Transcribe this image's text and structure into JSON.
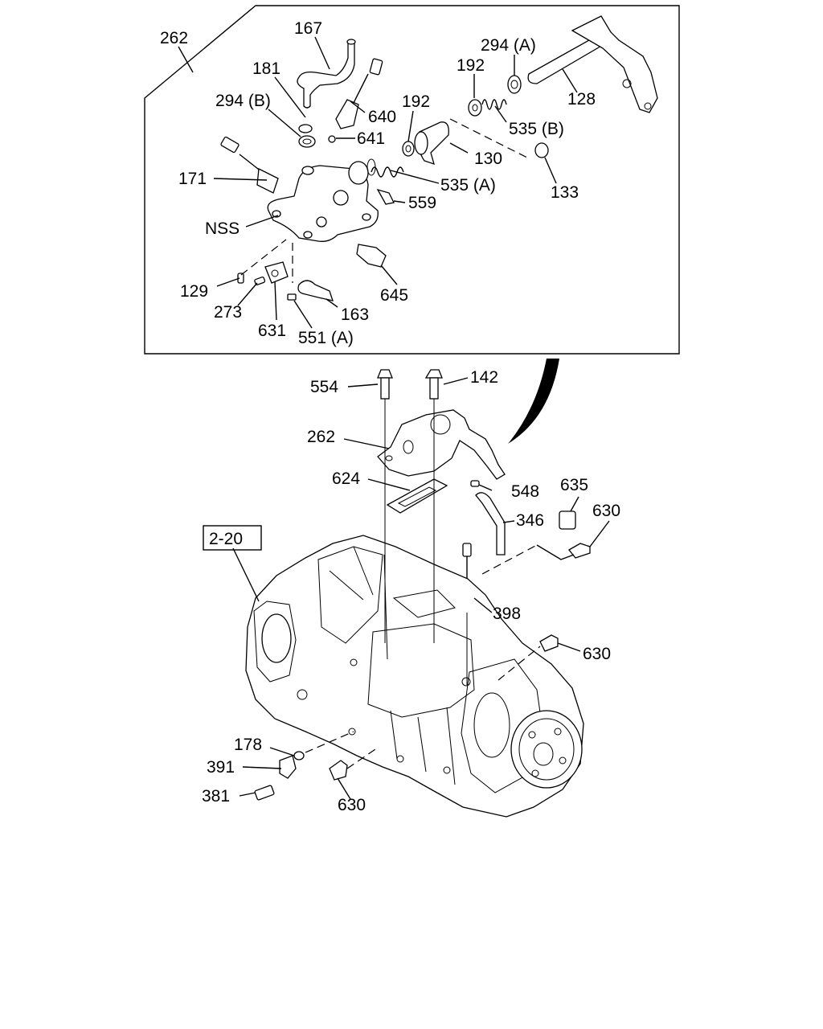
{
  "labels": {
    "l262_top": "262",
    "l167": "167",
    "l181": "181",
    "l294A": "294 (A)",
    "l192": "192",
    "l294B": "294 (B)",
    "l640": "640",
    "l192b": "192",
    "l128": "128",
    "l535B": "535 (B)",
    "l641": "641",
    "l130": "130",
    "l171": "171",
    "l535A": "535 (A)",
    "l133": "133",
    "l559": "559",
    "lNSS": "NSS",
    "l645": "645",
    "l129": "129",
    "l273": "273",
    "l163": "163",
    "l631": "631",
    "l551A": "551 (A)",
    "l554": "554",
    "l142": "142",
    "l262_mid": "262",
    "l548": "548",
    "l635": "635",
    "l624": "624",
    "l630_a": "630",
    "l346": "346",
    "l2_20": "2-20",
    "l398": "398",
    "l630_b": "630",
    "l178": "178",
    "l391": "391",
    "l381": "381",
    "l630_c": "630"
  },
  "colors": {
    "line": "#000000",
    "background": "#ffffff"
  }
}
